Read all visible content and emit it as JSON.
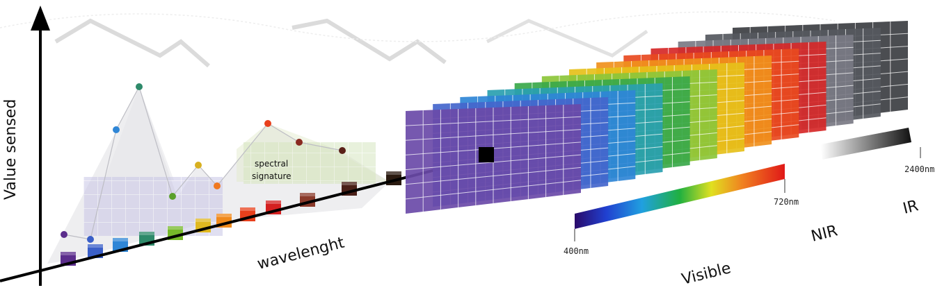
{
  "labels": {
    "y_axis": "Value sensed",
    "x_axis": "wavelenght",
    "signature": [
      "spectral",
      "signature"
    ],
    "wavelength_ticks": [
      "400nm",
      "720nm",
      "2400nm"
    ],
    "regions": [
      "Visible",
      "NIR",
      "IR"
    ]
  },
  "bands": [
    {
      "color": "#5b2d8c"
    },
    {
      "color": "#3a5fc8"
    },
    {
      "color": "#2f86d6"
    },
    {
      "color": "#2e8a6a"
    },
    {
      "color": "#76b82a"
    },
    {
      "color": "#e0b820"
    },
    {
      "color": "#f08a1c"
    },
    {
      "color": "#e8401c"
    },
    {
      "color": "#d42020"
    },
    {
      "color": "#8a3a2a"
    },
    {
      "color": "#4a2018"
    },
    {
      "color": "#2a1a10"
    }
  ],
  "signature_points": [
    {
      "color": "#5b2d8c"
    },
    {
      "color": "#3a5fc8"
    },
    {
      "color": "#2f86d6"
    },
    {
      "color": "#2e8a6a"
    },
    {
      "color": "#5aa02a"
    },
    {
      "color": "#d8b020"
    },
    {
      "color": "#f07820"
    },
    {
      "color": "#e8401c"
    },
    {
      "color": "#8a2a20"
    },
    {
      "color": "#5a2018"
    }
  ],
  "cube_layers": [
    {
      "color": "#6a4aa8"
    },
    {
      "color": "#4466cc"
    },
    {
      "color": "#2f86d6"
    },
    {
      "color": "#2aa0b0"
    },
    {
      "color": "#3aa84a"
    },
    {
      "color": "#8cc63a"
    },
    {
      "color": "#e6c01a"
    },
    {
      "color": "#f0901c"
    },
    {
      "color": "#e84a20"
    },
    {
      "color": "#d62828"
    },
    {
      "color": "#7a7a84"
    },
    {
      "color": "#55585e"
    },
    {
      "color": "#3c3e42"
    }
  ]
}
